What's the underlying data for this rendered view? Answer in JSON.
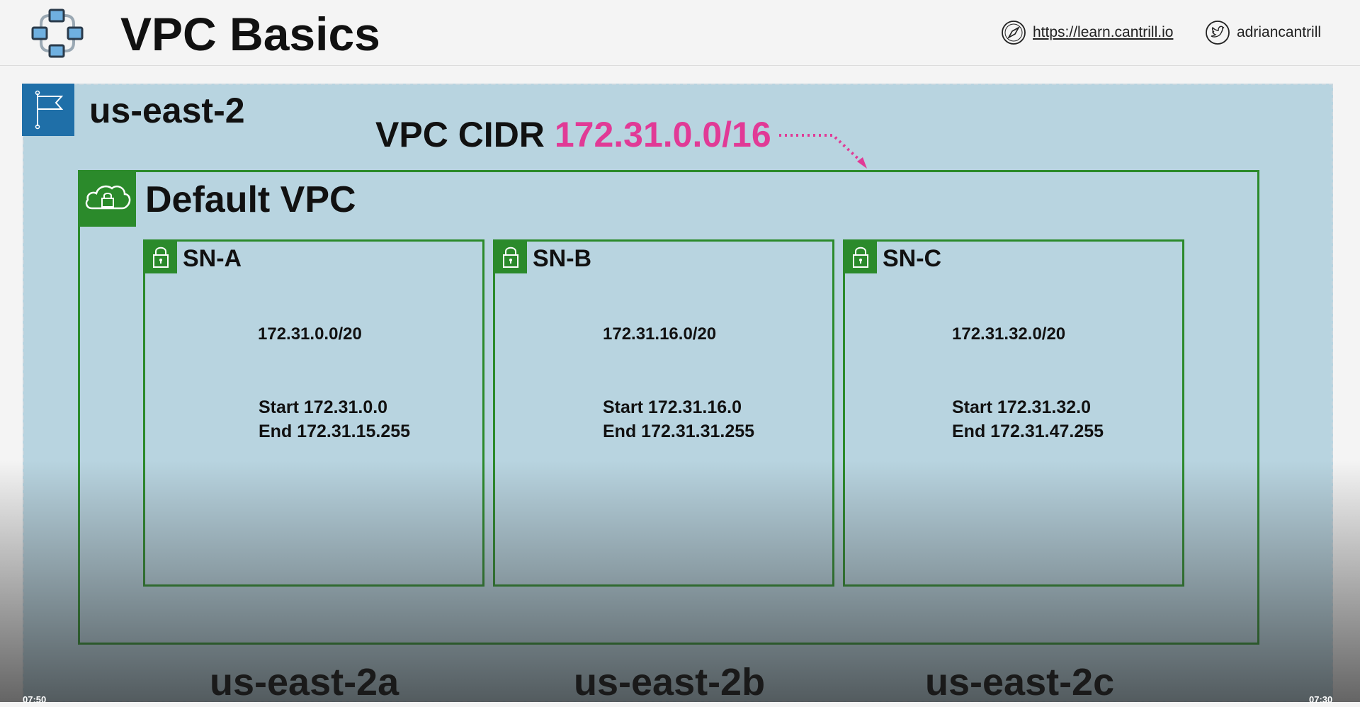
{
  "header": {
    "title": "VPC Basics",
    "link_text": "https://learn.cantrill.io",
    "twitter_handle": "adriancantrill",
    "logo_icon": "network-nodes-icon",
    "link_icon": "compass-icon",
    "twitter_icon": "twitter-bird-icon"
  },
  "region": {
    "name": "us-east-2",
    "icon": "flag-icon",
    "color": "#1f6fa8"
  },
  "vpc": {
    "cidr_label": "VPC CIDR",
    "cidr_value": "172.31.0.0/16",
    "name": "Default VPC",
    "icon": "cloud-lock-icon",
    "accent": "#2b8a2b",
    "cidr_color": "#e13a96"
  },
  "subnets": [
    {
      "name": "SN-A",
      "cidr": "172.31.0.0/20",
      "start": "Start 172.31.0.0",
      "end": "End 172.31.15.255"
    },
    {
      "name": "SN-B",
      "cidr": "172.31.16.0/20",
      "start": "Start 172.31.16.0",
      "end": "End 172.31.31.255"
    },
    {
      "name": "SN-C",
      "cidr": "172.31.32.0/20",
      "start": "Start 172.31.32.0",
      "end": "End 172.31.47.255"
    }
  ],
  "availability_zones": [
    "us-east-2a",
    "us-east-2b",
    "us-east-2c"
  ],
  "video": {
    "time_left": "07:50",
    "time_right": "07:30"
  }
}
